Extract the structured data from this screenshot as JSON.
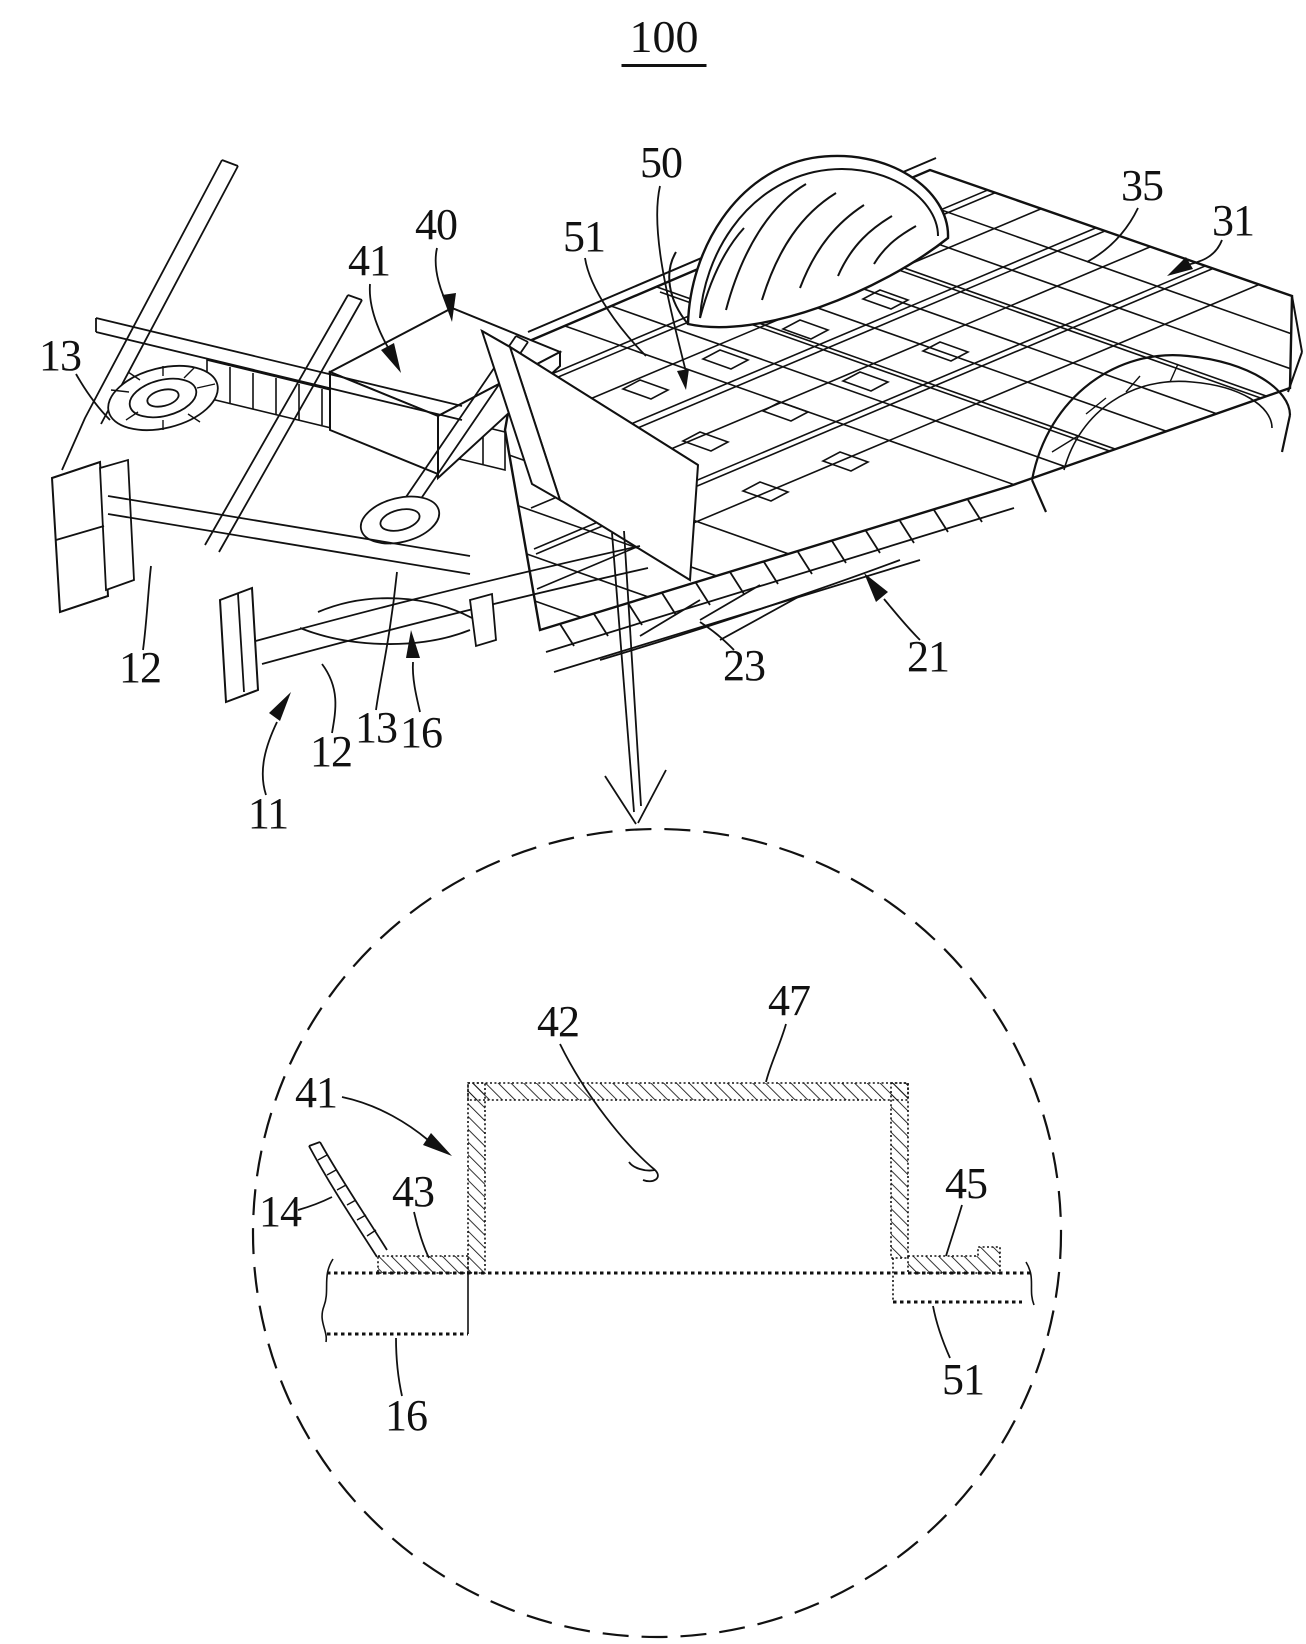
{
  "labels": {
    "title": "100",
    "main_view": [
      "13",
      "12",
      "11",
      "12",
      "13",
      "16",
      "40",
      "41",
      "51",
      "50",
      "35",
      "31",
      "23",
      "21"
    ],
    "inset_view": [
      "41",
      "42",
      "47",
      "14",
      "43",
      "45",
      "16",
      "51"
    ]
  },
  "drawing": {
    "ink_color": "#111111",
    "background_color": "#ffffff"
  }
}
